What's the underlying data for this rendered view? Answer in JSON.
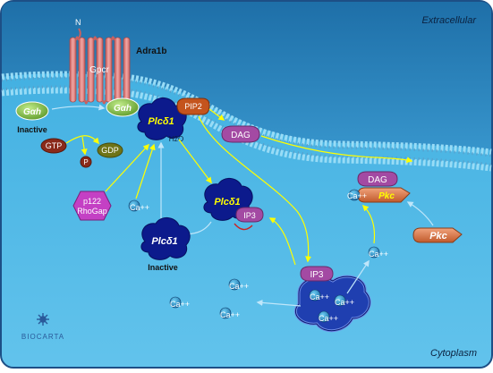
{
  "regions": {
    "extracellular": "Extracellular",
    "cytoplasm": "Cytoplasm"
  },
  "receptor": {
    "n_terminus": "N",
    "gpcr_label": "Gpcr",
    "name": "Adra1b"
  },
  "gprotein": {
    "active": "Gαh",
    "inactive": "Gαh",
    "inactive_caption": "Inactive"
  },
  "nucleotides": {
    "gtp": "GTP",
    "gdp": "GDP",
    "p": "P"
  },
  "plc": {
    "membrane": "Plcδ1",
    "water": "H2O",
    "cytosolic": "Plcδ1",
    "cytosolic_ip3": "IP3",
    "inactive": "Plcδ1",
    "inactive_caption": "Inactive"
  },
  "lipids": {
    "pip2": "PIP2",
    "dag_membrane": "DAG",
    "dag_pkc": "DAG"
  },
  "rhogap": {
    "line1": "p122",
    "line2": "RhoGap"
  },
  "ions": {
    "ca_rhogap": "Ca++",
    "ca_pkc": "Ca++",
    "ca_cyto1": "Ca++",
    "ca_cyto2": "Ca++",
    "ca_cyto3": "Ca++",
    "ca_er1": "Ca++",
    "ca_er2": "Ca++",
    "ca_er3": "Ca++",
    "ca_right": "Ca++"
  },
  "kinase": {
    "pkc_active": "Pkc",
    "pkc_free": "Pkc"
  },
  "er": {
    "ip3": "IP3"
  },
  "logo": "BIOCARTA",
  "colors": {
    "extracellular": "#2f8ec4",
    "cytoplasm": "#3aa7df",
    "membrane_head": "#7bd0f4",
    "receptor": "#e08787",
    "galpha": "#88c84a",
    "plc": "#0c1a8c",
    "pip2": "#c4541d",
    "dag": "#a34aa3",
    "rhogap": "#c440c4",
    "gtp": "#8a2a1a",
    "gdp": "#6e7418",
    "pkc": "#e07d4f",
    "arrow": "#ffff00"
  }
}
